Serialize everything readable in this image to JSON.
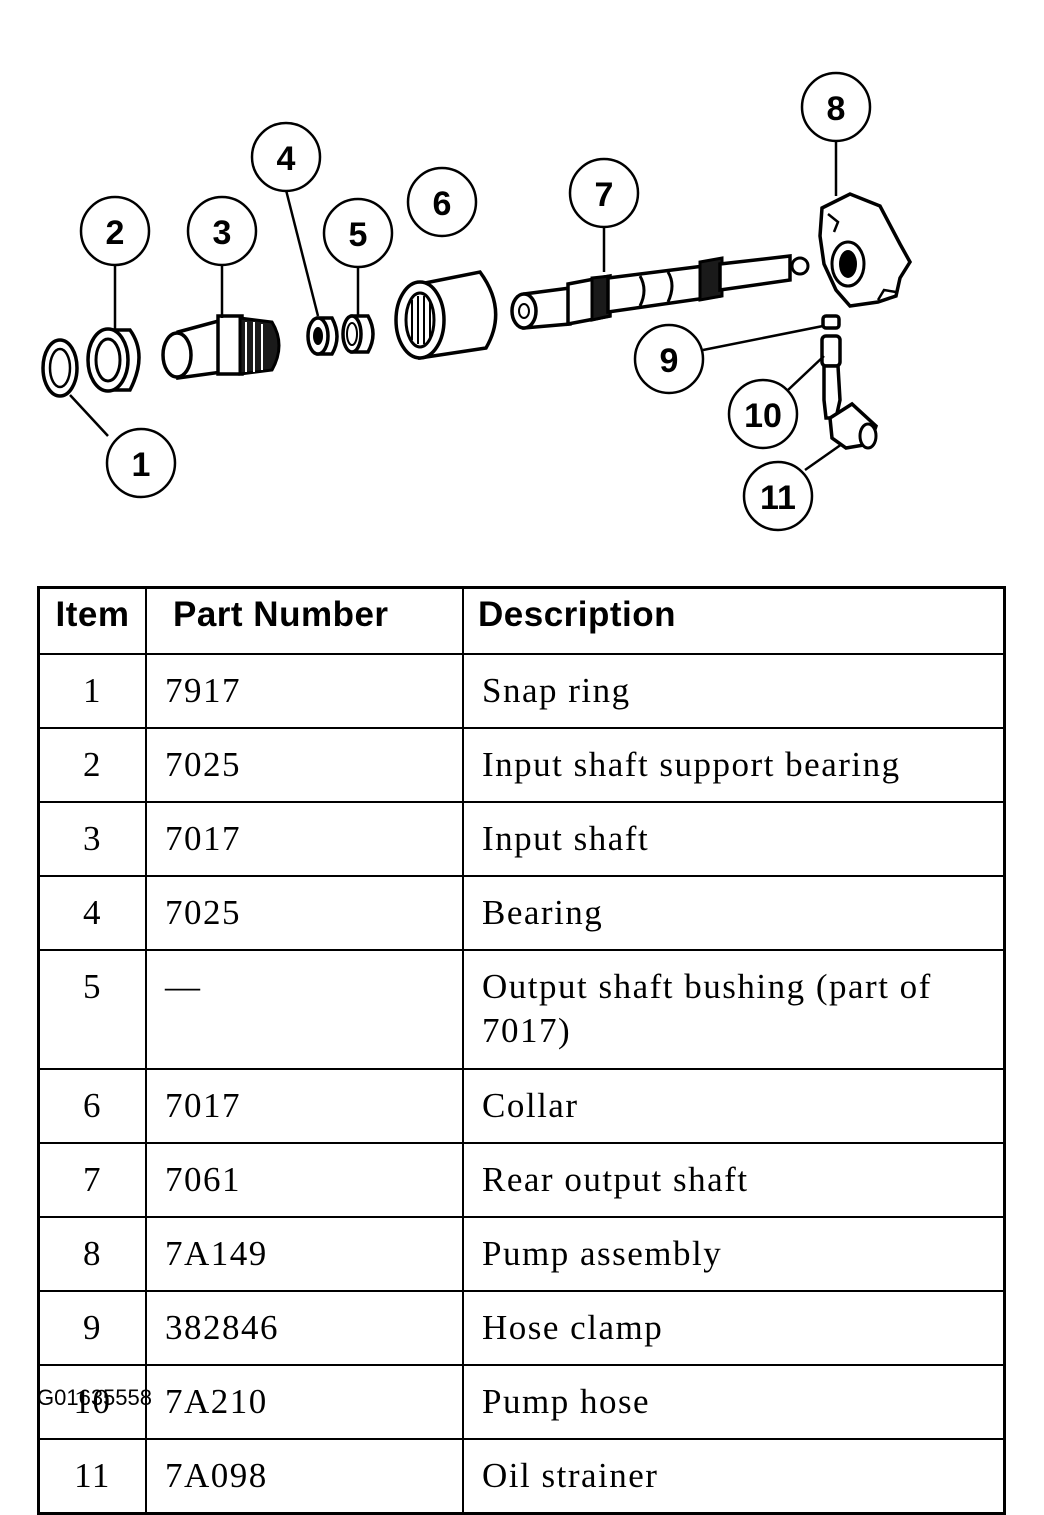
{
  "callouts": [
    "1",
    "2",
    "3",
    "4",
    "5",
    "6",
    "7",
    "8",
    "9",
    "10",
    "11"
  ],
  "table": {
    "headers": {
      "item": "Item",
      "part_number": "Part Number",
      "description": "Description"
    },
    "rows": [
      {
        "item": "1",
        "part_number": "7917",
        "description": "Snap ring"
      },
      {
        "item": "2",
        "part_number": "7025",
        "description": "Input shaft support bearing"
      },
      {
        "item": "3",
        "part_number": "7017",
        "description": "Input shaft"
      },
      {
        "item": "4",
        "part_number": "7025",
        "description": "Bearing"
      },
      {
        "item": "5",
        "part_number": "—",
        "description": "Output shaft bushing (part of 7017)"
      },
      {
        "item": "6",
        "part_number": "7017",
        "description": "Collar"
      },
      {
        "item": "7",
        "part_number": "7061",
        "description": "Rear output shaft"
      },
      {
        "item": "8",
        "part_number": "7A149",
        "description": "Pump assembly"
      },
      {
        "item": "9",
        "part_number": "382846",
        "description": "Hose clamp"
      },
      {
        "item": "10",
        "part_number": "7A210",
        "description": "Pump hose"
      },
      {
        "item": "11",
        "part_number": "7A098",
        "description": "Oil strainer"
      }
    ]
  },
  "figure_id": "G01635558"
}
